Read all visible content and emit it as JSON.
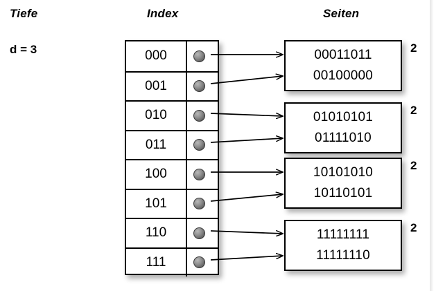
{
  "headings": {
    "depth": "Tiefe",
    "index": "Index",
    "pages": "Seiten"
  },
  "depth": {
    "label": "d = 3"
  },
  "index_table": {
    "rows": [
      {
        "key": "000",
        "pointer_icon": "filled-dot-icon",
        "target_page": 0
      },
      {
        "key": "001",
        "pointer_icon": "filled-dot-icon",
        "target_page": 0
      },
      {
        "key": "010",
        "pointer_icon": "filled-dot-icon",
        "target_page": 1
      },
      {
        "key": "011",
        "pointer_icon": "filled-dot-icon",
        "target_page": 1
      },
      {
        "key": "100",
        "pointer_icon": "filled-dot-icon",
        "target_page": 2
      },
      {
        "key": "101",
        "pointer_icon": "filled-dot-icon",
        "target_page": 2
      },
      {
        "key": "110",
        "pointer_icon": "filled-dot-icon",
        "target_page": 3
      },
      {
        "key": "111",
        "pointer_icon": "filled-dot-icon",
        "target_page": 3
      }
    ]
  },
  "pages": [
    {
      "lines": [
        "00011011",
        "00100000"
      ],
      "count": "2"
    },
    {
      "lines": [
        "01010101",
        "01111010"
      ],
      "count": "2"
    },
    {
      "lines": [
        "10101010",
        "10110101"
      ],
      "count": "2"
    },
    {
      "lines": [
        "11111111",
        "11111110"
      ],
      "count": "2"
    }
  ],
  "colors": {
    "background": "#ffffff",
    "stroke": "#000000",
    "dot": "#8d8d8d",
    "shadow": "rgba(0,0,0,0.32)"
  }
}
